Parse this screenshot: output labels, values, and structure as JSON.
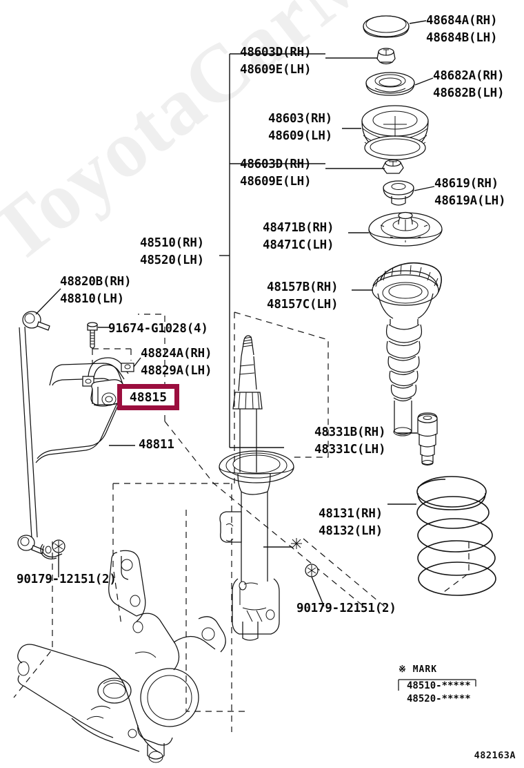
{
  "diagram": {
    "reference_number": "482163A",
    "highlight_color": "#9b0e3e",
    "highlighted_part": "48815"
  },
  "labels": {
    "p48684": {
      "line1": "48684A(RH)",
      "line2": "48684B(LH)"
    },
    "p48603d_top": {
      "line1": "48603D(RH)",
      "line2": "48609E(LH)"
    },
    "p48682": {
      "line1": "48682A(RH)",
      "line2": "48682B(LH)"
    },
    "p48603": {
      "line1": "48603(RH)",
      "line2": "48609(LH)"
    },
    "p48603d_bot": {
      "line1": "48603D(RH)",
      "line2": "48609E(LH)"
    },
    "p48619": {
      "line1": "48619(RH)",
      "line2": "48619A(LH)"
    },
    "p48471": {
      "line1": "48471B(RH)",
      "line2": "48471C(LH)"
    },
    "p48510": {
      "line1": "48510(RH)",
      "line2": "48520(LH)"
    },
    "p48157": {
      "line1": "48157B(RH)",
      "line2": "48157C(LH)"
    },
    "p48820": {
      "line1": "48820B(RH)",
      "line2": "48810(LH)"
    },
    "p91674": {
      "line1": "91674-G1028(4)"
    },
    "p48824": {
      "line1": "48824A(RH)",
      "line2": "48829A(LH)"
    },
    "p48815": {
      "line1": "48815"
    },
    "p48811": {
      "line1": "48811"
    },
    "p48331": {
      "line1": "48331B(RH)",
      "line2": "48331C(LH)"
    },
    "p48131": {
      "line1": "48131(RH)",
      "line2": "48132(LH)"
    },
    "p90179_left": {
      "line1": "90179-12151(2)"
    },
    "p90179_right": {
      "line1": "90179-12151(2)"
    }
  },
  "mark_legend": {
    "title": "※ MARK",
    "rows": [
      "48510-*****",
      "48520-*****"
    ]
  }
}
